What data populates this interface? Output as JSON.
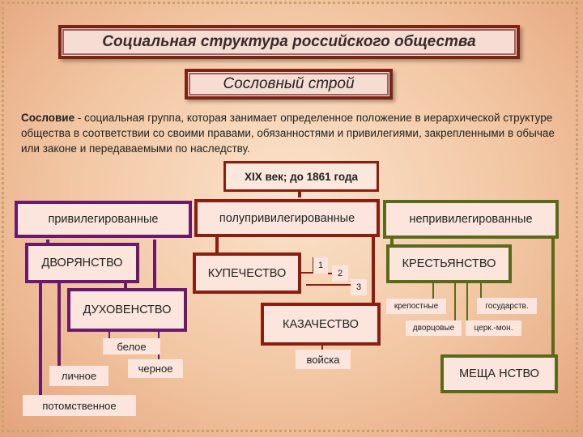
{
  "title": "Социальная структура российского общества",
  "subtitle": "Сословный строй",
  "definition": {
    "term": "Сословие",
    "text": " - социальная группа, которая занимает определенное положение в иерархической структуре общества в соответствии со своими правами, обязанностями и привилегиями, закрепленными в обычае или законе и передаваемыми по наследству."
  },
  "era": "XIX век; до 1861 года",
  "categories": {
    "privileged": "привилегированные",
    "semi": "полупривилегированные",
    "unprivileged": "непривилегированные"
  },
  "estates": {
    "nobility": "ДВОРЯНСТВО",
    "clergy": "ДУХОВЕНСТВО",
    "merchants": "КУПЕЧЕСТВО",
    "cossacks": "КАЗАЧЕСТВО",
    "peasants": "КРЕСТЬЯНСТВО",
    "townsfolk": "МЕЩА НСТВО"
  },
  "sub": {
    "personal": "личное",
    "hereditary": "потомственное",
    "white": "белое",
    "black": "черное",
    "troops": "войска",
    "serf": "крепостные",
    "state": "государств.",
    "court": "дворцовые",
    "church": "церк.-мон.",
    "guild1": "1",
    "guild2": "2",
    "guild3": "3"
  },
  "colors": {
    "privileged": "#6a1a6a",
    "semi": "#8a1e10",
    "unprivileged": "#5a6a1a"
  }
}
